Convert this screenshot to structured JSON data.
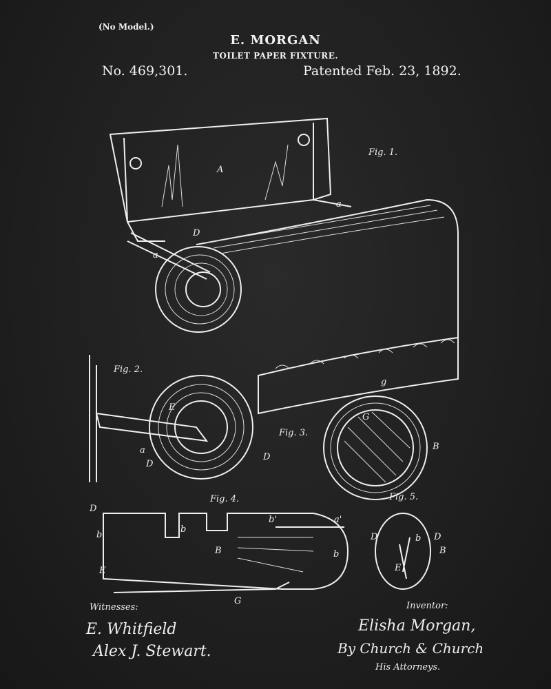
{
  "header": {
    "no_model": "(No Model.)",
    "inventor": "E. MORGAN",
    "title": "TOILET PAPER FIXTURE.",
    "patent_number": "No. 469,301.",
    "patent_date": "Patented Feb. 23, 1892."
  },
  "figures": {
    "fig1": "Fig. 1.",
    "fig2": "Fig. 2.",
    "fig3": "Fig. 3.",
    "fig4": "Fig. 4.",
    "fig5": "Fig. 5."
  },
  "reference_letters": {
    "f1": [
      "A",
      "a",
      "D",
      "a"
    ],
    "f2": [
      "E",
      "a",
      "D",
      "D"
    ],
    "f3": [
      "g",
      "G",
      "B"
    ],
    "f4": [
      "D",
      "b",
      "b",
      "b'",
      "a'",
      "B",
      "E",
      "G",
      "b"
    ],
    "f5": [
      "D",
      "D",
      "b",
      "B",
      "E"
    ]
  },
  "footer": {
    "witnesses_label": "Witnesses:",
    "witness_signatures": [
      "E. Whitfield",
      "Alex J. Stewart."
    ],
    "inventor_label": "Inventor:",
    "inventor_signature": "Elisha Morgan,",
    "attorney_signature": "By Church & Church",
    "attorneys_label": "His Attorneys."
  }
}
